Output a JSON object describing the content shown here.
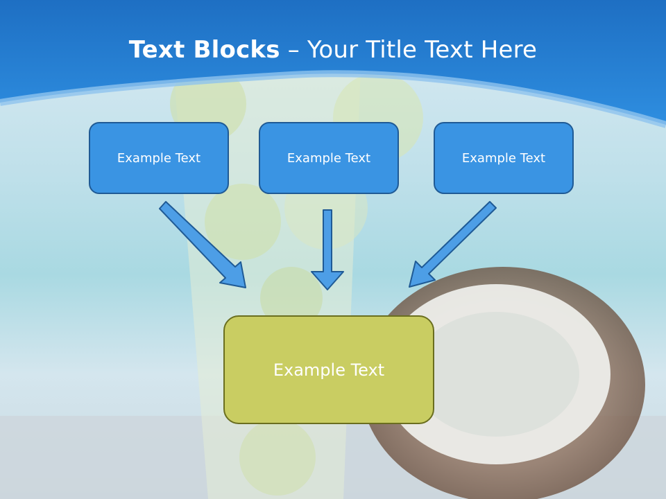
{
  "slide": {
    "title_bold": "Text Blocks",
    "title_dash": " – ",
    "title_rest": "Your Title Text Here"
  },
  "blocks": {
    "top": [
      {
        "label": "Example Text"
      },
      {
        "label": "Example Text"
      },
      {
        "label": "Example Text"
      }
    ],
    "bottom": {
      "label": "Example Text"
    }
  },
  "colors": {
    "header_blue": "#2d86da",
    "box_blue": "#3a94e3",
    "box_border": "#1f5a95",
    "box_olive": "#c9cd62",
    "arrow_fill": "#4d9ee6",
    "arrow_stroke": "#1f5a95"
  },
  "icons": [
    "down-right-arrow-icon",
    "down-arrow-icon",
    "down-left-arrow-icon"
  ]
}
